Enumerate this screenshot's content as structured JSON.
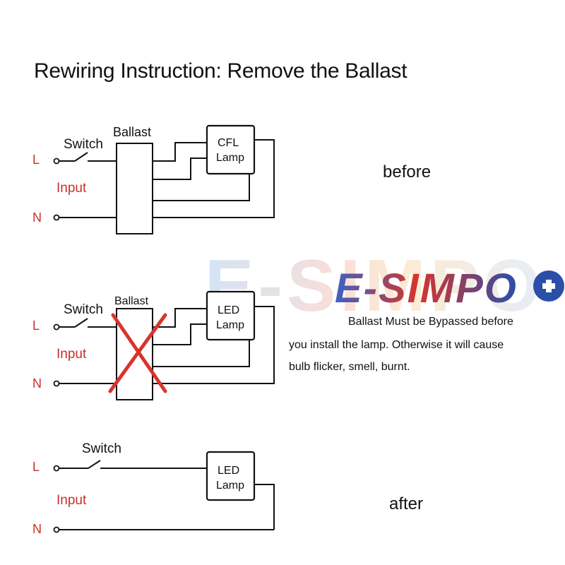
{
  "title": "Rewiring Instruction: Remove the Ballast",
  "brand": {
    "logo_text": "E-SIMPO",
    "watermark_text": "E-SIMPO",
    "colors": {
      "blue": "#2a4fa8",
      "red": "#d8342c",
      "orange": "#f2a52c"
    }
  },
  "diagram_before": {
    "label_L": "L",
    "label_N": "N",
    "label_input": "Input",
    "label_switch": "Switch",
    "label_ballast": "Ballast",
    "lamp_line1": "CFL",
    "lamp_line2": "Lamp",
    "caption": "before"
  },
  "diagram_bypass": {
    "label_L": "L",
    "label_N": "N",
    "label_input": "Input",
    "label_switch": "Switch",
    "label_ballast": "Ballast",
    "lamp_line1": "LED",
    "lamp_line2": "Lamp",
    "note_line1": "Ballast Must be Bypassed before",
    "note_line2": "you install the lamp. Otherwise it will cause",
    "note_line3": "bulb flicker, smell, burnt."
  },
  "diagram_after": {
    "label_L": "L",
    "label_N": "N",
    "label_input": "Input",
    "label_switch": "Switch",
    "lamp_line1": "LED",
    "lamp_line2": "Lamp",
    "caption": "after"
  },
  "colors": {
    "label_red": "#c8302a",
    "cross_red": "#d8342c",
    "line": "#111111"
  }
}
